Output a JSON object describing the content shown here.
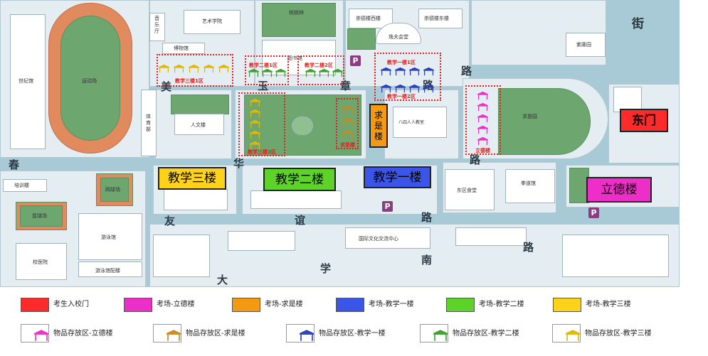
{
  "map": {
    "roads": {
      "jie": "街",
      "lu_top": "路",
      "mei": "美",
      "yu": "玉",
      "zhang": "章",
      "lu_top2": "路",
      "chun": "春",
      "hua": "华",
      "lu_mid": "路",
      "you": "友",
      "yi": "谊",
      "lu_low": "路",
      "xue": "学",
      "nan": "南",
      "lu_right": "路",
      "da": "大"
    },
    "buildings": {
      "yinlefang": "音乐厅",
      "yishu": "艺术学院",
      "hetaolin": "核桃林",
      "chongde_w": "崇德楼西楼",
      "chongde_e": "崇德楼东楼",
      "yifu": "逸夫会堂",
      "zimingyuan": "紫藤园",
      "bowuguan": "博物馆",
      "tushuguan": "图书馆",
      "shiji": "世纪馆",
      "yundong": "运动场",
      "tiyu": "体育部",
      "renwen": "人文楼",
      "bayi": "八四人人教室",
      "qiushiyuan": "求是园",
      "peixun": "培训楼",
      "wangqiu": "网球场",
      "lanqiu": "篮球场",
      "youyong": "游泳馆",
      "youyongpei": "游泳馆配楼",
      "xiaoyiyuan": "校医院",
      "dongqu": "东区食堂",
      "quandao": "拳道馆",
      "guoji": "国际文化交流中心"
    },
    "zones": {
      "s3_1": "教学三楼1区",
      "s2_1": "教学二楼1区",
      "s2_2": "教学二楼2区",
      "s1_1": "教学一楼1区",
      "s1_2": "教学一楼2区",
      "s3_2": "教学三楼2区",
      "qiushi": "求是楼",
      "lide": "立德楼"
    },
    "big_labels": {
      "qiushi_tall": "求是楼",
      "s3": "教学三楼",
      "s2": "教学二楼",
      "s1": "教学一楼",
      "dongmen": "东门",
      "lide": "立德楼"
    },
    "parking": "P",
    "colors": {
      "gate": "#ff2a2a",
      "lide": "#ee2ec8",
      "qiushi": "#f39a12",
      "s1": "#3a55e8",
      "s2": "#5dd32a",
      "s3": "#ffd21a"
    }
  },
  "legend": {
    "row1": [
      {
        "color": "#ff2a2a",
        "text": "考生入校门"
      },
      {
        "color": "#ee2ec8",
        "text": "考场-立德楼"
      },
      {
        "color": "#f39a12",
        "text": "考场-求是楼"
      },
      {
        "color": "#3a55e8",
        "text": "考场-教学一楼"
      },
      {
        "color": "#5dd32a",
        "text": "考场-教学二楼"
      },
      {
        "color": "#ffd21a",
        "text": "考场-教学三楼"
      }
    ],
    "row2": [
      {
        "icon": "tent-icon-lide",
        "color": "#ee2ec8",
        "text": "物品存放区-立德楼"
      },
      {
        "icon": "tent-icon-qiushi",
        "color": "#c98a1e",
        "text": "物品存放区-求是楼"
      },
      {
        "icon": "tent-icon-s1",
        "color": "#2a3fb8",
        "text": "物品存放区-教学一楼"
      },
      {
        "icon": "tent-icon-s2",
        "color": "#3aa02a",
        "text": "物品存放区-教学二楼"
      },
      {
        "icon": "tent-icon-s3",
        "color": "#e2b800",
        "text": "物品存放区-教学三楼"
      }
    ]
  }
}
